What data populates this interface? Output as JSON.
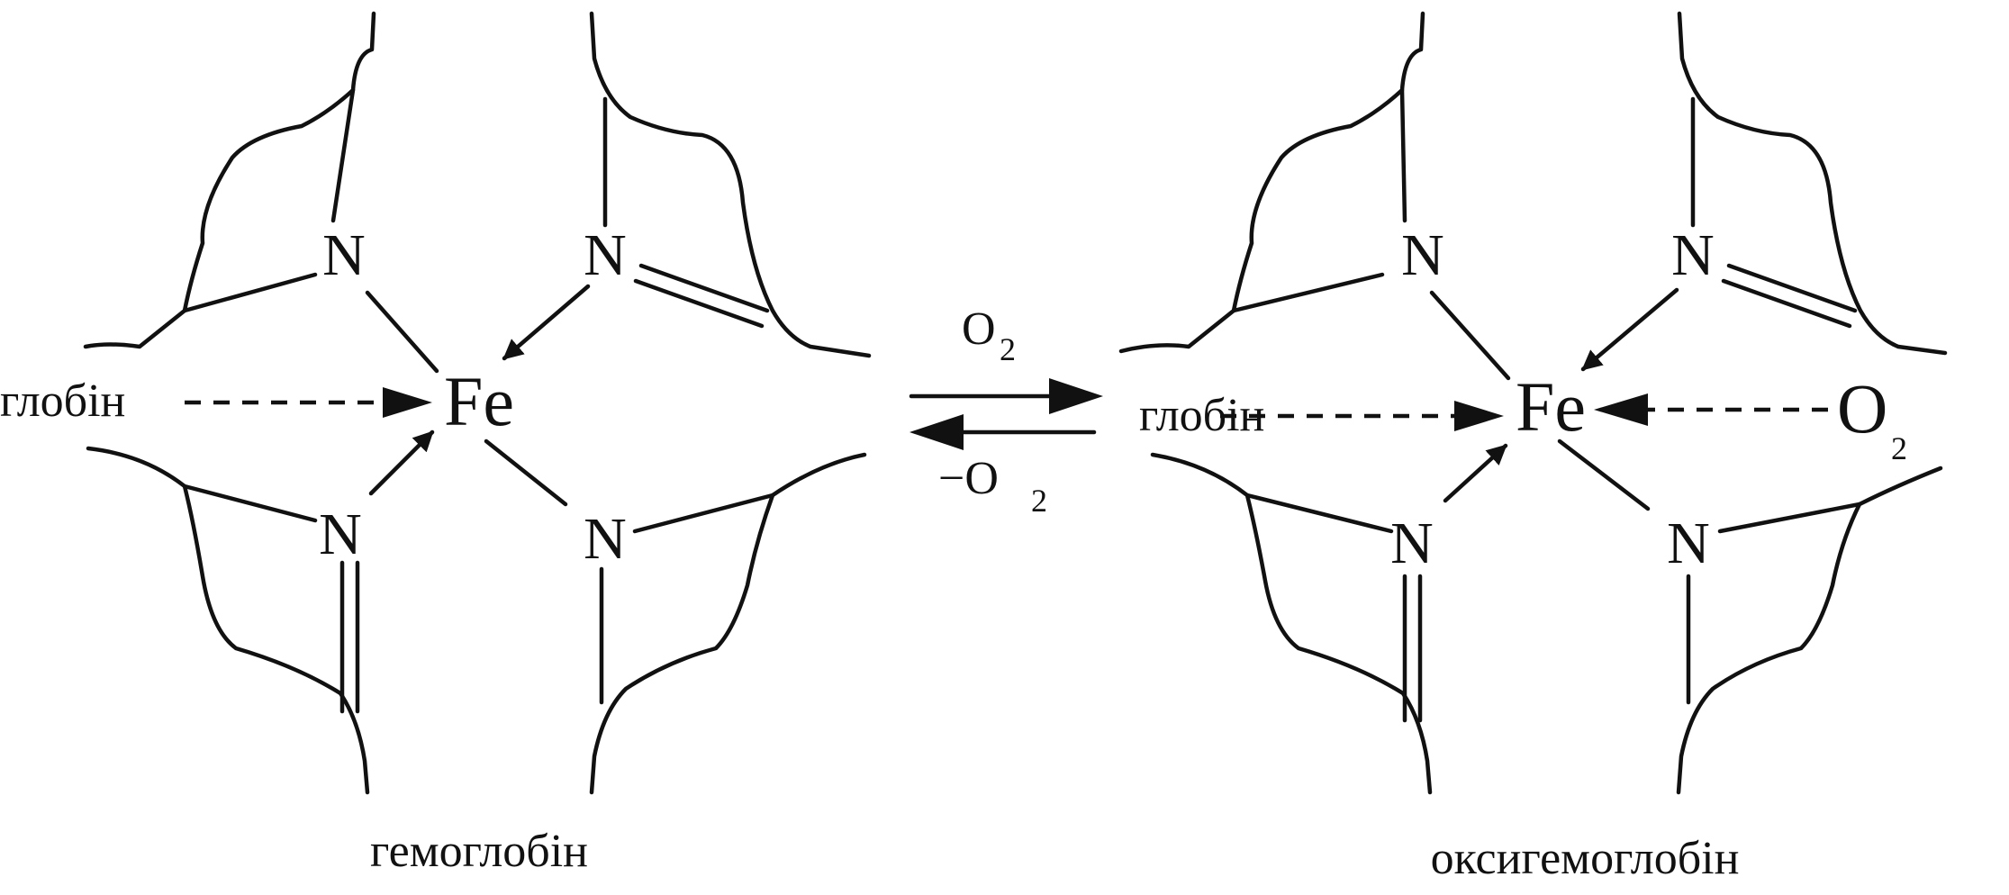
{
  "left_complex": {
    "metal": "Fe",
    "nitrogen": [
      "N",
      "N",
      "N",
      "N"
    ],
    "ligand": "глобін",
    "name": "гемоглобін"
  },
  "reaction": {
    "forward_reagent": "O",
    "forward_reagent_sub": "2",
    "reverse_reagent": "−O",
    "reverse_reagent_sub": "2"
  },
  "right_complex": {
    "metal": "Fe",
    "nitrogen": [
      "N",
      "N",
      "N",
      "N"
    ],
    "ligand": "глобін",
    "extra_ligand": "O",
    "extra_ligand_sub": "2",
    "name": "оксигемоглобін"
  },
  "colors": {
    "ink": "#111111",
    "background": "#ffffff"
  }
}
